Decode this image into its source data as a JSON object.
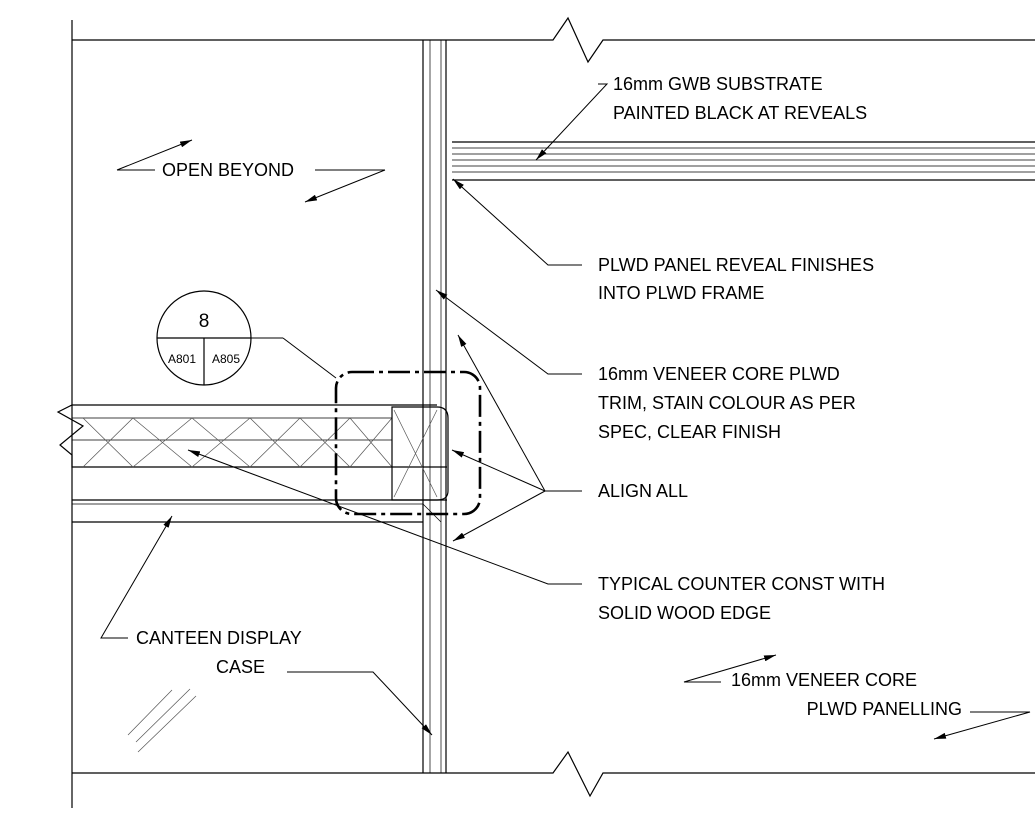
{
  "notes": {
    "gwb_line1": "16mm GWB SUBSTRATE",
    "gwb_line2": "PAINTED BLACK AT REVEALS",
    "open_beyond": "OPEN BEYOND",
    "panel_reveal_line1": "PLWD PANEL REVEAL FINISHES",
    "panel_reveal_line2": "INTO PLWD FRAME",
    "trim_line1": "16mm VENEER CORE PLWD",
    "trim_line2": "TRIM, STAIN COLOUR AS PER",
    "trim_line3": "SPEC, CLEAR FINISH",
    "align_all": "ALIGN ALL",
    "counter_line1": "TYPICAL COUNTER CONST WITH",
    "counter_line2": "SOLID WOOD EDGE",
    "display_line1": "CANTEEN DISPLAY",
    "display_line2": "CASE",
    "panelling_line1": "16mm VENEER CORE",
    "panelling_line2": "PLWD PANELLING"
  },
  "detail_tag": {
    "number": "8",
    "ref_left": "A801",
    "ref_right": "A805"
  }
}
